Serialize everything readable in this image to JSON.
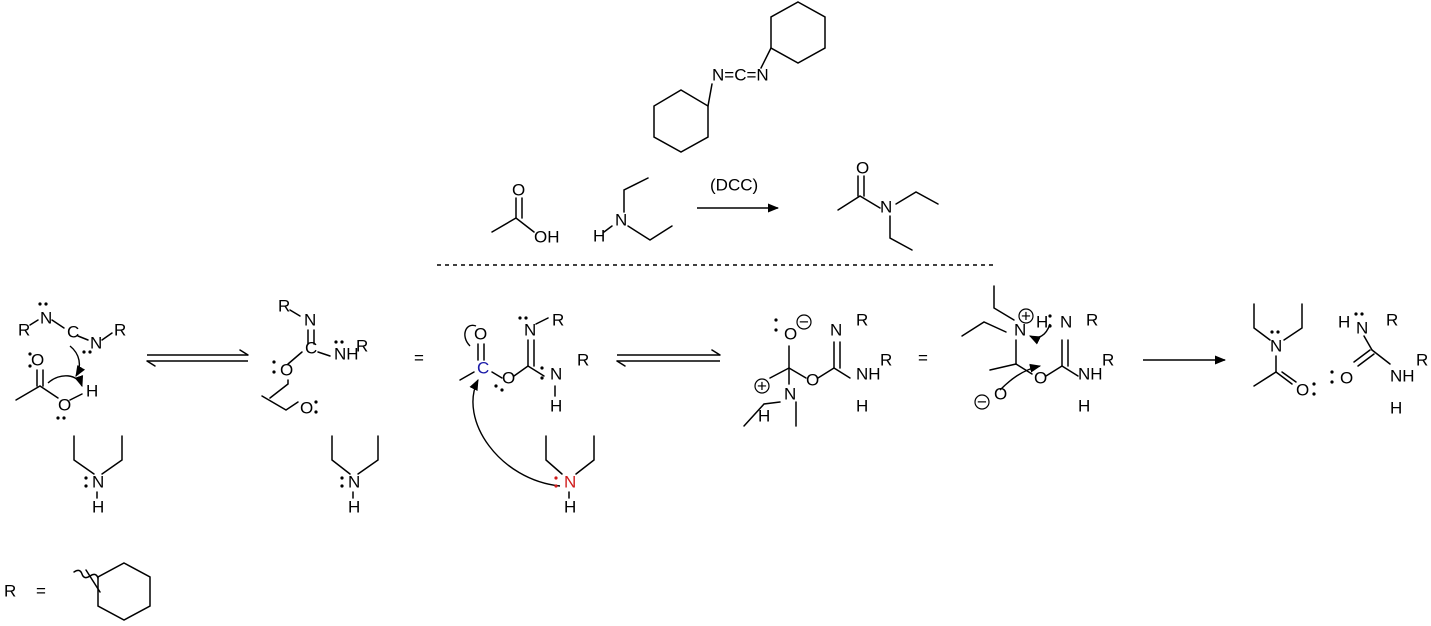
{
  "reagent": {
    "name": "(DCC)"
  },
  "atoms": {
    "N": "N",
    "C": "C",
    "O": "O",
    "H": "H",
    "R": "R",
    "OH": "OH",
    "NH": "NH",
    "eqC": "N=C=N"
  },
  "charges": {
    "plus": "+",
    "minus": "−"
  },
  "equals": "=",
  "legend": {
    "symbol": "R",
    "equals": "="
  },
  "colors": {
    "electrophile": "#1a1aa8",
    "nucleophile": "#d01c1c",
    "ink": "#000000"
  }
}
